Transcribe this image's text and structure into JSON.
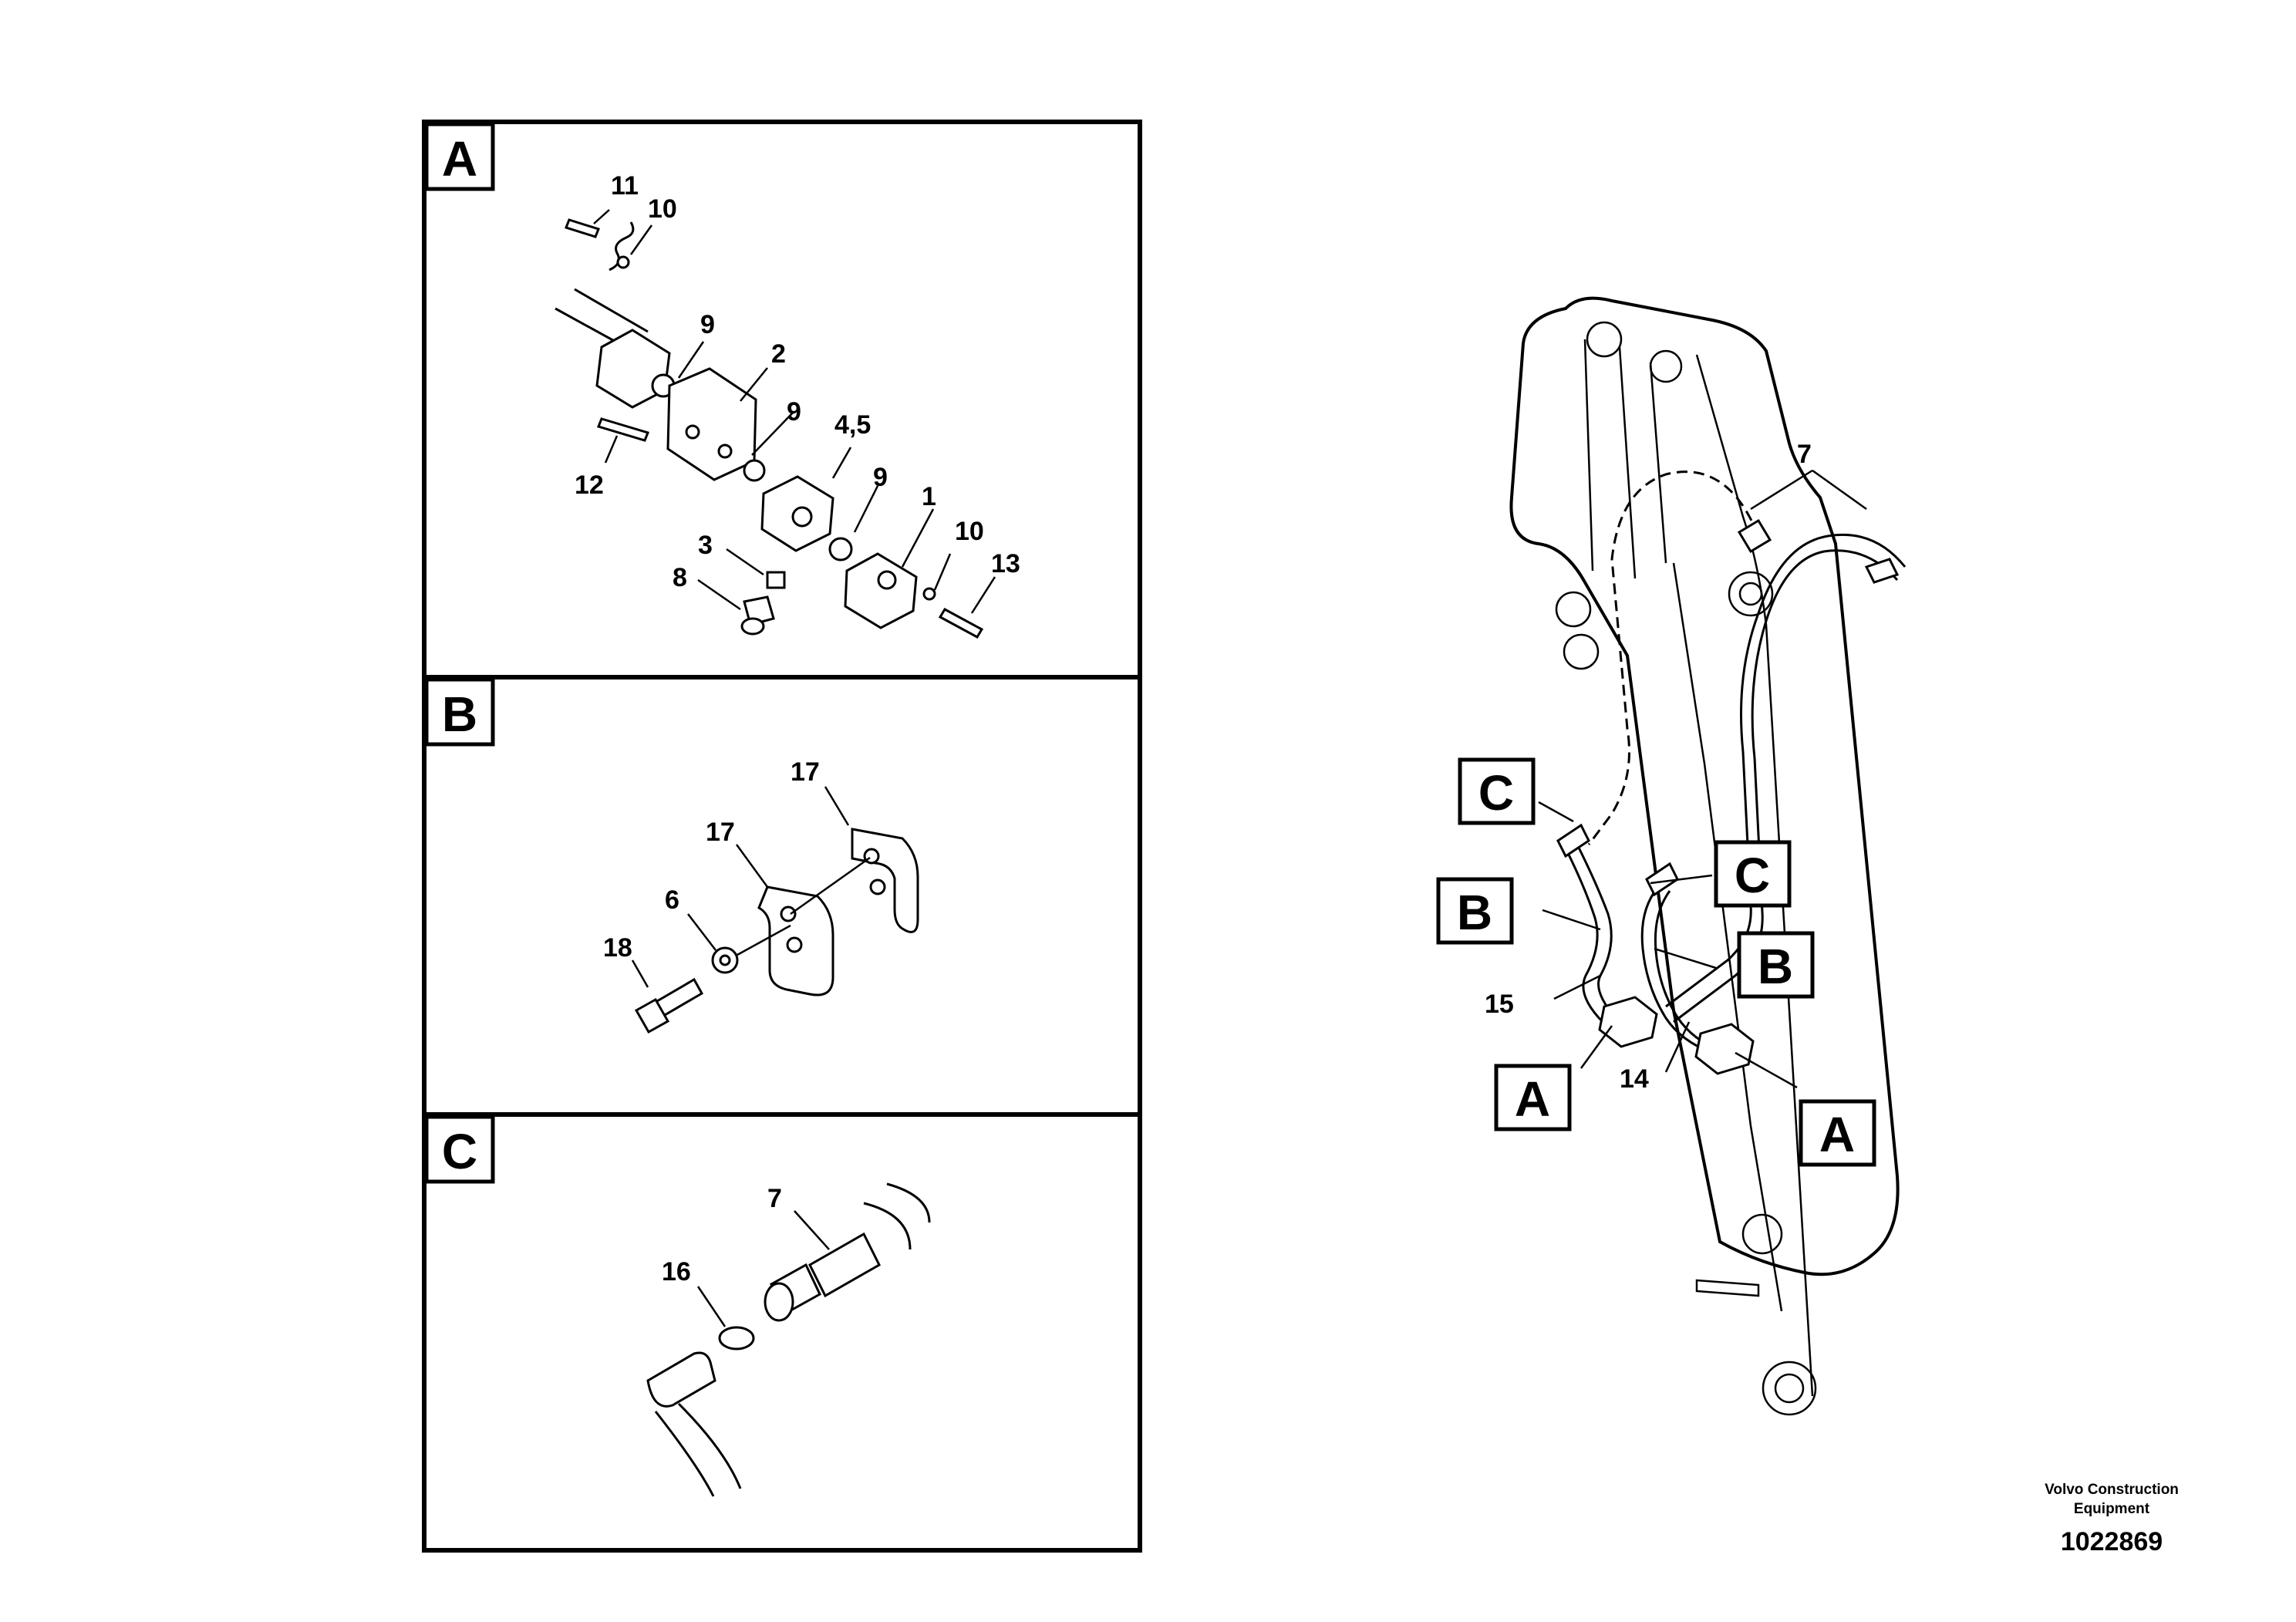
{
  "panels": [
    {
      "letter": "A",
      "callouts": [
        "11",
        "10",
        "9",
        "2",
        "9",
        "4,5",
        "9",
        "12",
        "1",
        "3",
        "10",
        "8",
        "13"
      ]
    },
    {
      "letter": "B",
      "callouts": [
        "17",
        "17",
        "6",
        "18"
      ]
    },
    {
      "letter": "C",
      "callouts": [
        "7",
        "16"
      ]
    }
  ],
  "main": {
    "callouts": [
      "7",
      "15",
      "14"
    ],
    "tags": [
      "C",
      "B",
      "A",
      "C",
      "B",
      "A"
    ]
  },
  "footer": {
    "company_line1": "Volvo Construction",
    "company_line2": "Equipment",
    "doc_number": "1022869"
  }
}
